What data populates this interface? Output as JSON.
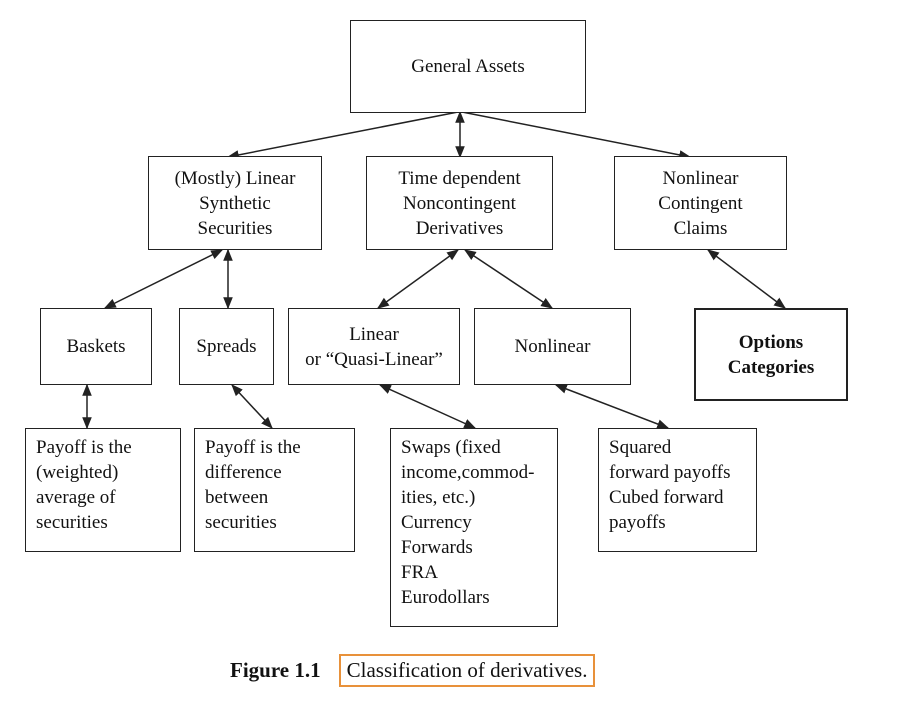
{
  "nodes": {
    "general_assets": "General Assets",
    "linear_synthetic": "(Mostly) Linear\nSynthetic\nSecurities",
    "time_dependent": "Time dependent\nNoncontingent\nDerivatives",
    "nonlinear_contingent": "Nonlinear\nContingent\nClaims",
    "baskets": "Baskets",
    "spreads": "Spreads",
    "linear_quasi": "Linear\nor “Quasi-Linear”",
    "nonlinear": "Nonlinear",
    "options_categories": "Options\nCategories",
    "baskets_desc": "Payoff is the\n(weighted)\naverage of\nsecurities",
    "spreads_desc": "Payoff is the\ndifference\nbetween\nsecurities",
    "linear_desc": "Swaps (fixed\nincome,commod-\nities, etc.)\nCurrency\nForwards\nFRA\nEurodollars",
    "nonlinear_desc": "Squared\nforward payoffs\nCubed forward\npayoffs"
  },
  "caption": {
    "number": "Figure 1.1",
    "text": "Classification of derivatives."
  },
  "colors": {
    "caption_border": "#e8913a",
    "line": "#222222"
  }
}
